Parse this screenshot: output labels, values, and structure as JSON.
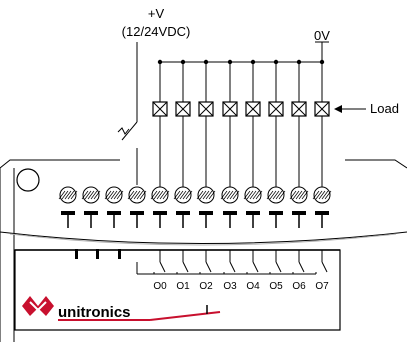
{
  "supply": {
    "positive_label": "+V",
    "voltage_label": "(12/24VDC)",
    "zero_label": "0V"
  },
  "load_label": "Load",
  "outputs": [
    "O0",
    "O1",
    "O2",
    "O3",
    "O4",
    "O5",
    "O6",
    "O7"
  ],
  "brand": "unitronics",
  "colors": {
    "line": "#000000",
    "terminal_cap": "#000000",
    "logo_red": "#c8102e",
    "logo_blue": "#1f3a93"
  }
}
